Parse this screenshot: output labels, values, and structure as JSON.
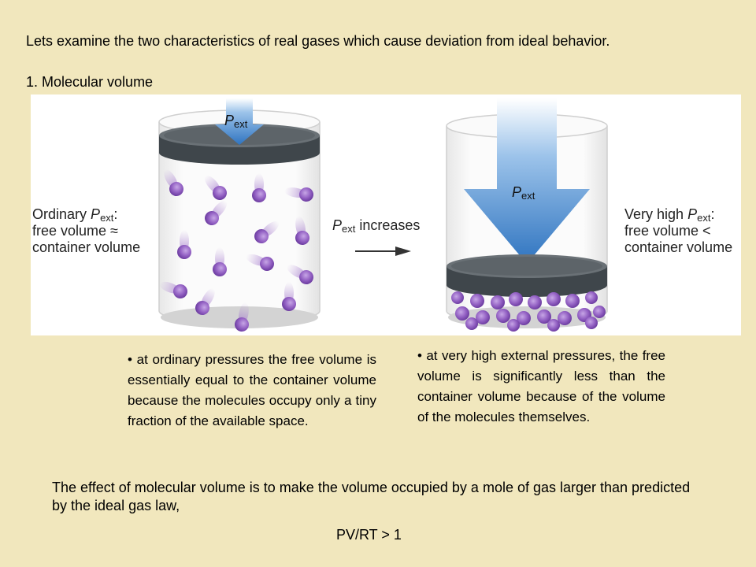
{
  "intro": "Lets examine the two characteristics of real gases which cause deviation from ideal behavior.",
  "heading": "1. Molecular volume",
  "figure": {
    "pext_base": "P",
    "pext_sub": "ext",
    "left_label": {
      "line1": "Ordinary",
      "line2": "free volume ≈",
      "line3": "container volume"
    },
    "middle_label": {
      "suffix": " increases"
    },
    "right_label": {
      "line1": "Very high",
      "line2": "free volume <",
      "line3": "container volume"
    }
  },
  "bullets": {
    "left": "• at ordinary pressures the free volume is essentially equal to the container volume because the molecules occupy only a tiny fraction of the available space.",
    "right": "• at very high external pressures, the free volume is significantly less than the container volume because of the volume of the molecules themselves."
  },
  "conclusion": "The effect of molecular volume is to make the volume occupied by a mole of gas larger than predicted by the ideal gas law,",
  "formula": "PV/RT > 1",
  "colors": {
    "background": "#f1e7bd",
    "arrow": "#3f82c8",
    "piston": "#4a5156",
    "molecule": "#8e5cc0"
  }
}
